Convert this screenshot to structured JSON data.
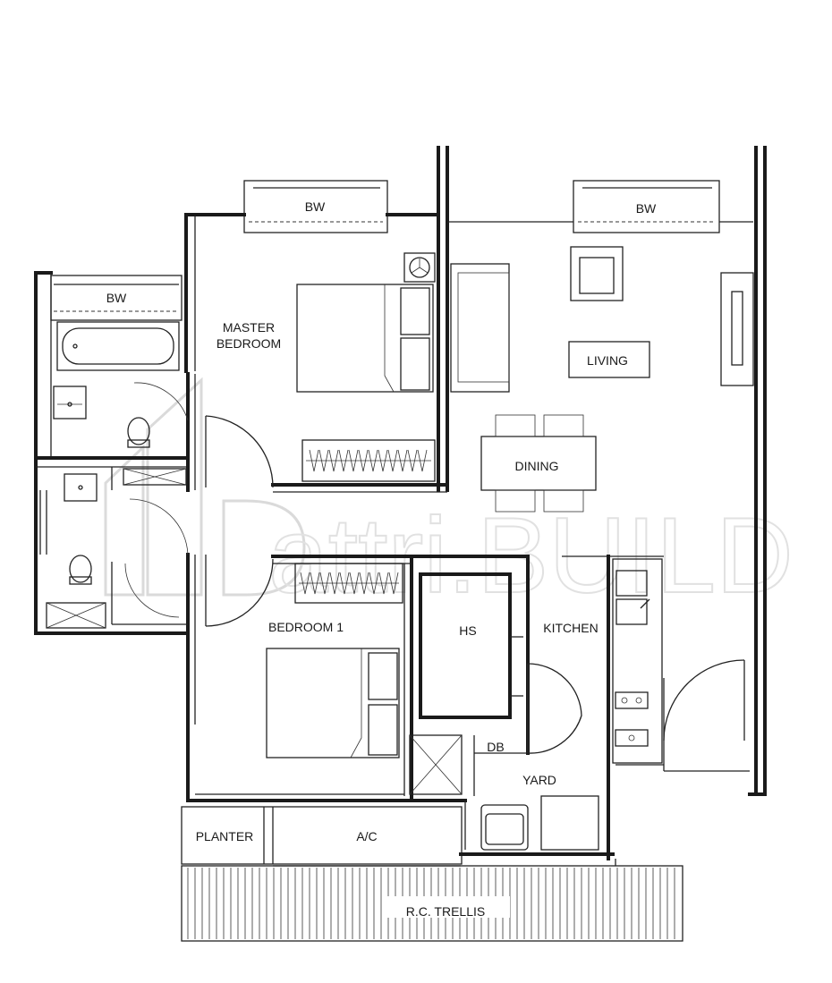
{
  "rooms": {
    "bw_master": "BW",
    "bw_living": "BW",
    "bw_bath": "BW",
    "master_line1": "MASTER",
    "master_line2": "BEDROOM",
    "living": "LIVING",
    "dining": "DINING",
    "bedroom1": "BEDROOM 1",
    "hs": "HS",
    "kitchen": "KITCHEN",
    "db": "DB",
    "yard": "YARD",
    "planter": "PLANTER",
    "ac": "A/C",
    "trellis": "R.C. TRELLIS"
  },
  "watermark": {
    "text": "attri.BUILD"
  }
}
